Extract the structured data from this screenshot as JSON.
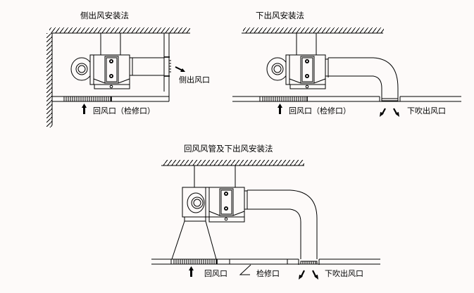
{
  "diagram": {
    "type": "installation-methods",
    "subject": "fan coil unit ceiling installation",
    "panels": [
      {
        "id": "side-outlet",
        "title": "侧出风安装法",
        "labels": {
          "outlet": "侧出风口",
          "return": "回风口（检修口）"
        }
      },
      {
        "id": "bottom-outlet",
        "title": "下出风安装法",
        "labels": {
          "return": "回风口（检修口）",
          "outlet": "下吹出风口"
        }
      },
      {
        "id": "return-duct-bottom-outlet",
        "title": "回风风管及下出风安装法",
        "labels": {
          "return": "回风口",
          "access": "检修口",
          "outlet": "下吹出风口"
        }
      }
    ],
    "colors": {
      "background": "#fdfaf9",
      "line": "#000000"
    }
  }
}
